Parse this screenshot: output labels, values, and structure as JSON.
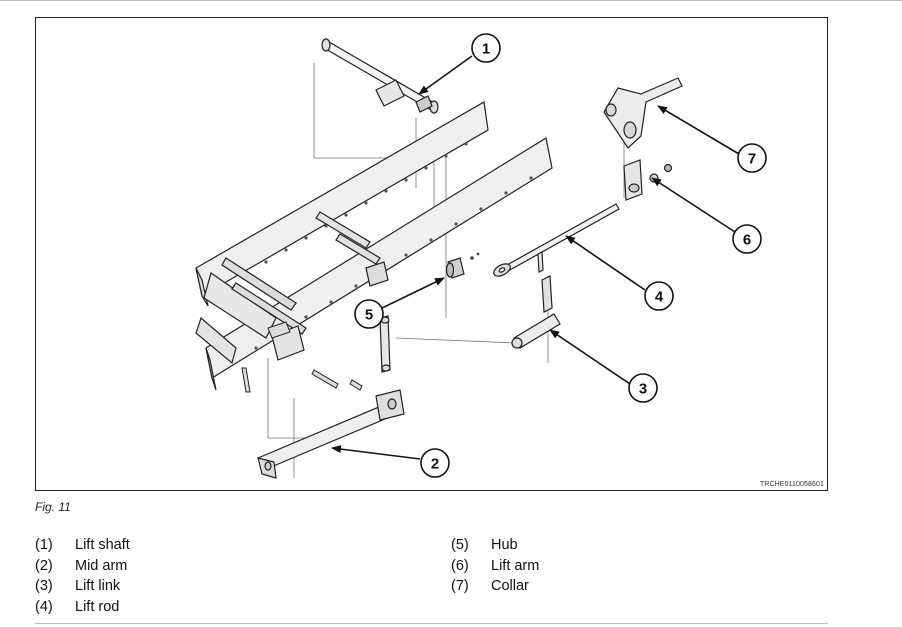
{
  "figure": {
    "code": "TRCHE0110058601",
    "caption": "Fig. 11",
    "callouts": [
      {
        "num": "1",
        "label": "Lift shaft"
      },
      {
        "num": "2",
        "label": "Mid arm"
      },
      {
        "num": "3",
        "label": "Lift link"
      },
      {
        "num": "4",
        "label": "Lift rod"
      },
      {
        "num": "5",
        "label": "Hub"
      },
      {
        "num": "6",
        "label": "Lift arm"
      },
      {
        "num": "7",
        "label": "Collar"
      }
    ]
  },
  "legend": {
    "left": [
      {
        "num": "(1)",
        "label": "Lift shaft"
      },
      {
        "num": "(2)",
        "label": "Mid arm"
      },
      {
        "num": "(3)",
        "label": "Lift link"
      },
      {
        "num": "(4)",
        "label": "Lift rod"
      }
    ],
    "right": [
      {
        "num": "(5)",
        "label": "Hub"
      },
      {
        "num": "(6)",
        "label": "Lift arm"
      },
      {
        "num": "(7)",
        "label": "Collar"
      }
    ]
  }
}
